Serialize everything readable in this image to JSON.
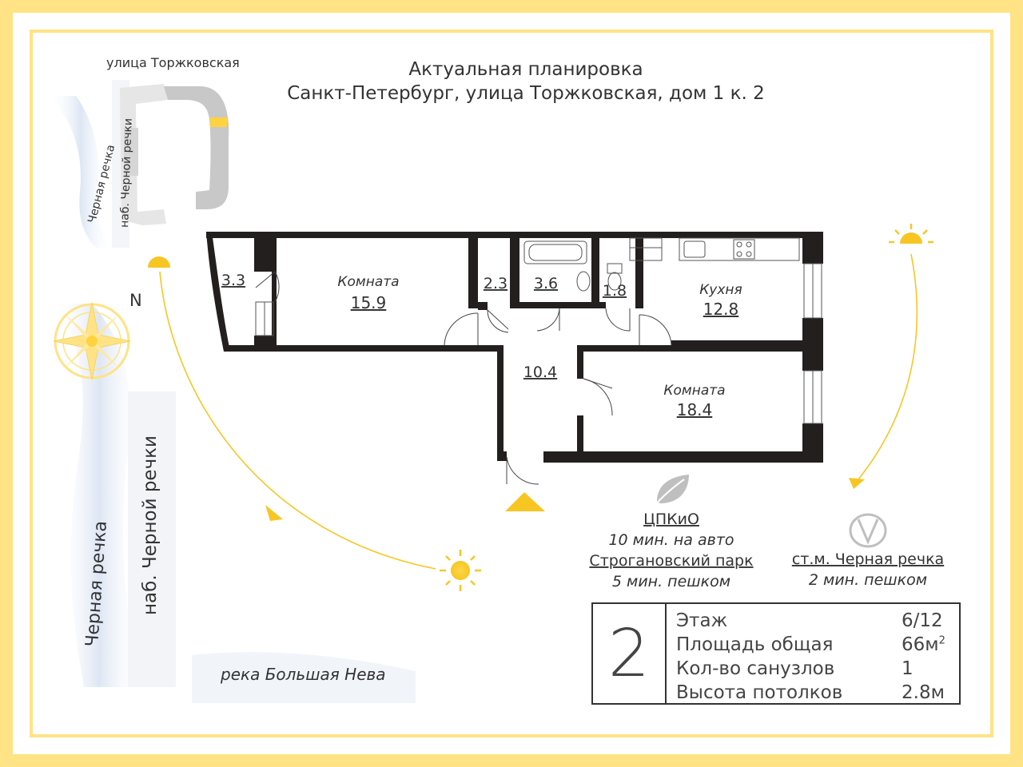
{
  "header": {
    "line1": "Актуальная планировка",
    "line2": "Санкт-Петербург, улица Торжковская, дом 1 к. 2"
  },
  "map": {
    "street_top": "улица Торжковская",
    "river_small": "Черная речка",
    "embankment_small": "наб. Черной речки",
    "river_large": "Черная речка",
    "embankment_large": "наб. Черной речки",
    "river_bottom": "река Большая Нева",
    "north_label": "N"
  },
  "rooms": {
    "balcony_area": "3.3",
    "room1_label": "Комната",
    "room1_area": "15.9",
    "wc1_area": "2.3",
    "bath_area": "3.6",
    "wc2_area": "1.8",
    "kitchen_label": "Кухня",
    "kitchen_area": "12.8",
    "hall_area": "10.4",
    "room2_label": "Комната",
    "room2_area": "18.4"
  },
  "poi": {
    "park1_name": "ЦПКиО",
    "park1_time": "10 мин. на авто",
    "park2_name": "Строгановский парк",
    "park2_time": "5 мин. пешком",
    "metro_name": "ст.м. Черная речка",
    "metro_time": "2 мин. пешком"
  },
  "info": {
    "rooms_count": "2",
    "rows": [
      {
        "label": "Этаж",
        "value": "6/12"
      },
      {
        "label": "Площадь общая",
        "value": "66м",
        "sup": "2"
      },
      {
        "label": "Кол-во санузлов",
        "value": "1"
      },
      {
        "label": "Высота потолков",
        "value": "2.8м"
      }
    ]
  },
  "colors": {
    "accent": "#ffe385",
    "sun": "#f7c623",
    "wall": "#231f1f",
    "river": "#dde6f4"
  }
}
